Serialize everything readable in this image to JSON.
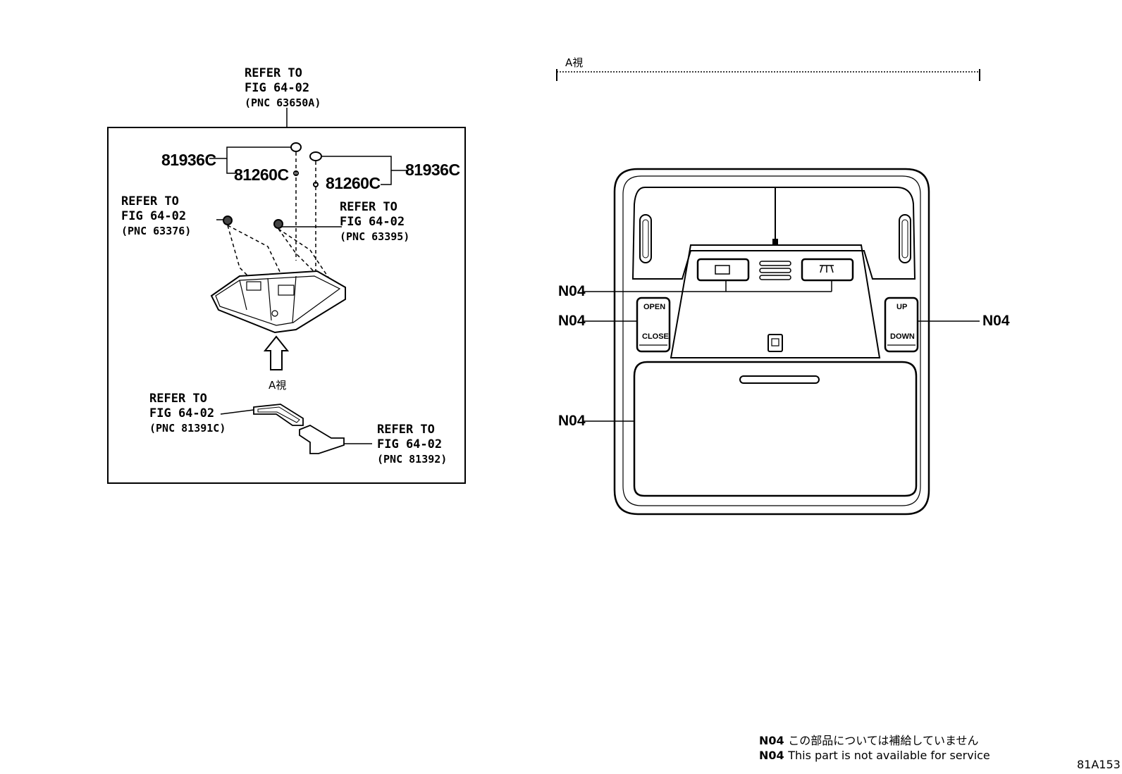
{
  "left_view": {
    "top_ref": {
      "line1": "REFER TO",
      "line2": "FIG 64-02",
      "line3": "(PNC 63650A)"
    },
    "part_81936c_left": "81936C",
    "part_81260c_left": "81260C",
    "part_81260c_right": "81260C",
    "part_81936c_right": "81936C",
    "ref_63376": {
      "line1": "REFER TO",
      "line2": "FIG 64-02",
      "line3": "(PNC 63376)"
    },
    "ref_63395": {
      "line1": "REFER TO",
      "line2": "FIG 64-02",
      "line3": "(PNC 63395)"
    },
    "view_label": "A視",
    "ref_81391c": {
      "line1": "REFER TO",
      "line2": "FIG 64-02",
      "line3": "(PNC 81391C)"
    },
    "ref_81392": {
      "line1": "REFER TO",
      "line2": "FIG 64-02",
      "line3": "(PNC 81392)"
    }
  },
  "right_view": {
    "view_label": "A視",
    "callouts": [
      "N04",
      "N04",
      "N04",
      "N04"
    ],
    "buttons": {
      "open": "OPEN",
      "close": "CLOSE",
      "up": "UP",
      "down": "DOWN"
    }
  },
  "notes": [
    {
      "code": "N04",
      "text": "この部品については補給していません"
    },
    {
      "code": "N04",
      "text": "This part is not available for service"
    }
  ],
  "figure_code": "81A153"
}
